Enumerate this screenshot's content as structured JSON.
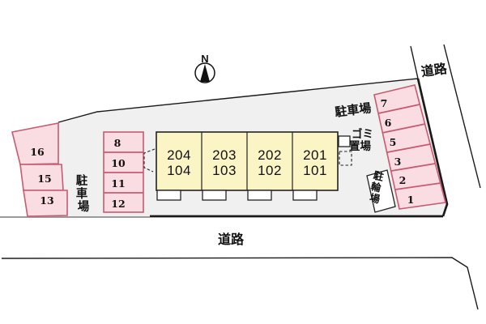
{
  "diagram": {
    "compass": {
      "label": "N"
    },
    "roads": {
      "right": "道路",
      "bottom": "道路"
    },
    "labels": {
      "parking_right": "駐車場",
      "parking_left": [
        "駐",
        "車",
        "場"
      ],
      "garbage": [
        "ゴミ",
        "置場"
      ],
      "bicycle": [
        "駐",
        "輪",
        "場"
      ]
    },
    "building": {
      "units": [
        {
          "upper": "204",
          "lower": "104"
        },
        {
          "upper": "203",
          "lower": "103"
        },
        {
          "upper": "202",
          "lower": "102"
        },
        {
          "upper": "201",
          "lower": "101"
        }
      ]
    },
    "parking_spaces": {
      "left_lots": [
        "16",
        "15",
        "13"
      ],
      "center": [
        "8",
        "10",
        "11",
        "12"
      ],
      "right": [
        "7",
        "6",
        "5",
        "3",
        "2",
        "1"
      ]
    },
    "colors": {
      "site_fill": "#f0f0f0",
      "space_fill": "#fadce3",
      "space_border": "#c75b70",
      "building_fill": "#fbf5c6",
      "line": "#1a1a1a"
    }
  }
}
